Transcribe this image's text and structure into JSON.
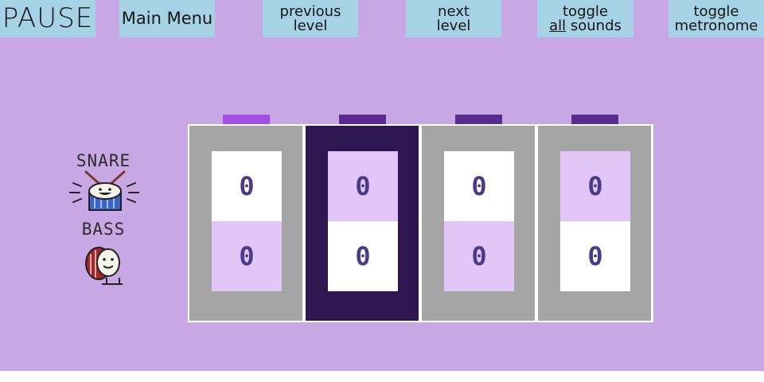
{
  "topbar": {
    "pause": "PAUSE",
    "main_menu": "Main Menu",
    "previous_level": [
      "previous",
      "level"
    ],
    "next_level": [
      "next",
      "level"
    ],
    "toggle_sounds": [
      "toggle",
      "all",
      "sounds"
    ],
    "toggle_metronome": [
      "toggle",
      "metronome"
    ]
  },
  "instruments": {
    "snare": {
      "label": "SNARE",
      "icon": "snare-drum-icon"
    },
    "bass": {
      "label": "BASS",
      "icon": "bass-drum-icon"
    }
  },
  "sequencer": {
    "current_beat": 1,
    "active_column": 2,
    "columns": [
      {
        "snare": "0",
        "bass": "0",
        "snare_color": "white",
        "bass_color": "lilac"
      },
      {
        "snare": "0",
        "bass": "0",
        "snare_color": "lilac",
        "bass_color": "white"
      },
      {
        "snare": "0",
        "bass": "0",
        "snare_color": "white",
        "bass_color": "lilac"
      },
      {
        "snare": "0",
        "bass": "0",
        "snare_color": "lilac",
        "bass_color": "white"
      }
    ]
  },
  "colors": {
    "background": "#c8a8e4",
    "button": "#a6d2e6",
    "column": "#a5a5a5",
    "active_column": "#2f1751",
    "marker": "#592b8f",
    "current_marker": "#a24fe6",
    "cell_lilac": "#e2c6f8",
    "digit": "#4a3a8a"
  }
}
